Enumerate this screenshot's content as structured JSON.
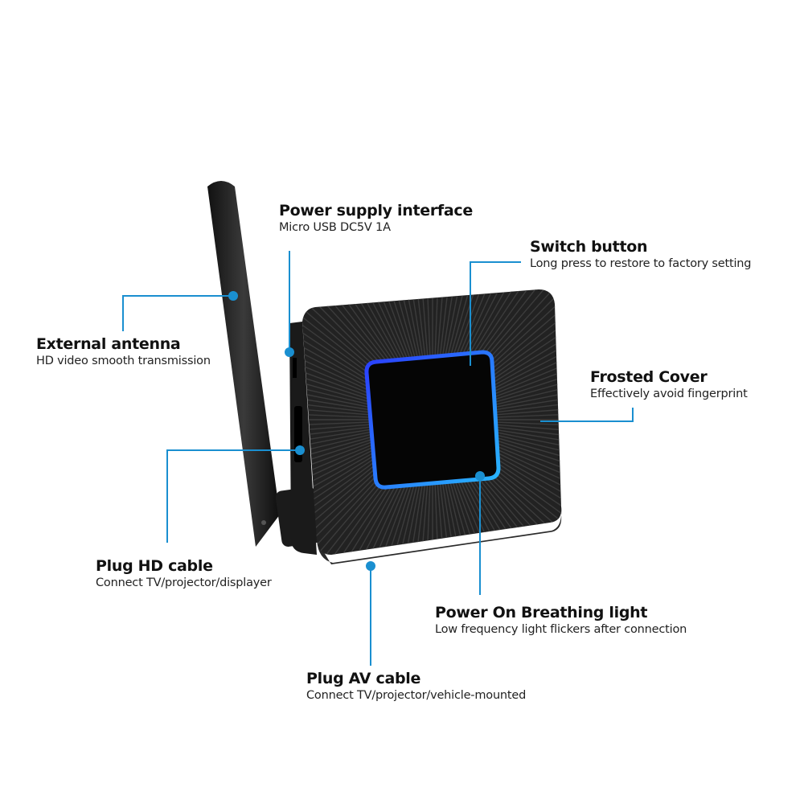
{
  "accent_color": "#1a8fd0",
  "callouts": {
    "antenna": {
      "title": "External antenna",
      "subtitle": "HD video smooth transmission"
    },
    "power": {
      "title": "Power supply interface",
      "subtitle": "Micro USB DC5V 1A"
    },
    "switch": {
      "title": "Switch button",
      "subtitle": "Long press to restore to factory setting"
    },
    "cover": {
      "title": "Frosted Cover",
      "subtitle": "Effectively avoid fingerprint"
    },
    "hd": {
      "title": "Plug HD cable",
      "subtitle": "Connect TV/projector/displayer"
    },
    "light": {
      "title": "Power On Breathing light",
      "subtitle": "Low frequency light flickers after connection"
    },
    "av": {
      "title": "Plug AV cable",
      "subtitle": "Connect TV/projector/vehicle-mounted"
    }
  }
}
